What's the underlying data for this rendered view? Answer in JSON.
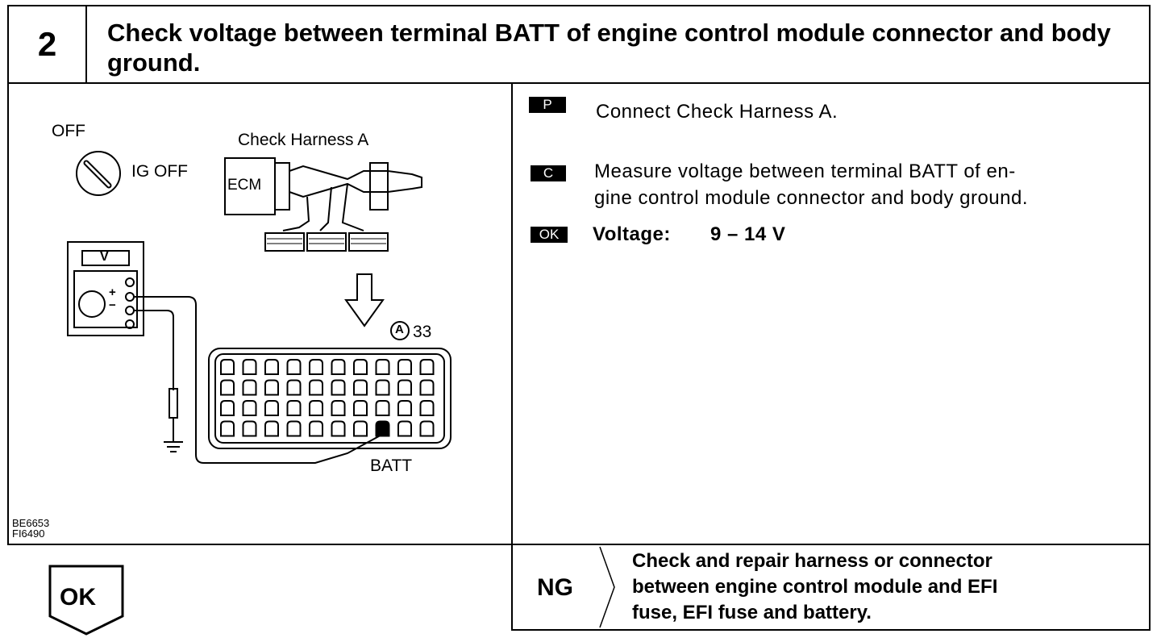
{
  "header": {
    "step_number": "2",
    "title": "Check voltage between terminal BATT of engine control module connector and body ground."
  },
  "diagram": {
    "off_label": "OFF",
    "ig_off_label": "IG OFF",
    "harness_label": "Check Harness A",
    "ecm_label": "ECM",
    "meter_label": "V",
    "plus": "+",
    "minus": "−",
    "connector_letter": "A",
    "connector_pins": "33",
    "batt_label": "BATT",
    "code_1": "BE6653",
    "code_2": "FI6490"
  },
  "instructions": [
    {
      "tag": "P",
      "text": "Connect Check Harness A."
    },
    {
      "tag": "C",
      "text_line1": "Measure voltage between terminal BATT of en-",
      "text_line2": "gine control module connector and body ground."
    },
    {
      "tag": "OK",
      "label": "Voltage:",
      "value": "9 – 14 V"
    }
  ],
  "result_ok": {
    "label": "OK"
  },
  "result_ng": {
    "label": "NG",
    "line1": "Check and repair harness or connector",
    "line2": "between engine control module and EFI",
    "line3": "fuse, EFI fuse and battery."
  }
}
